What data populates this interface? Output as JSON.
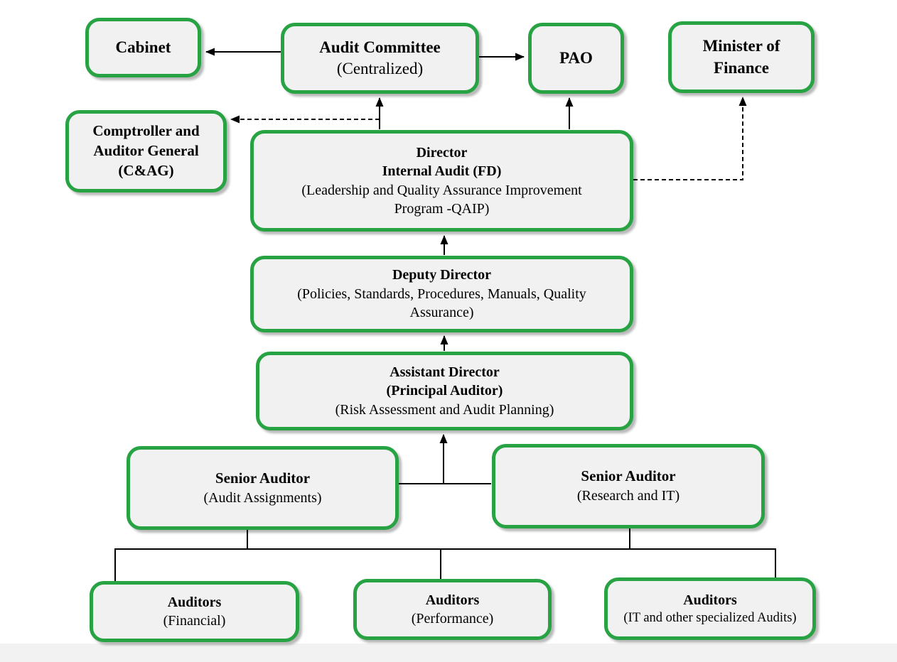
{
  "colors": {
    "border_green": "#27A343",
    "box_fill": "#F1F1F1",
    "line": "#000000"
  },
  "nodes": {
    "cabinet": {
      "lines": [
        "Cabinet"
      ]
    },
    "audit_committee": {
      "lines": [
        "Audit Committee",
        "(Centralized)"
      ]
    },
    "pao": {
      "lines": [
        "PAO"
      ]
    },
    "minister_of_finance": {
      "lines": [
        "Minister of",
        "Finance"
      ]
    },
    "comptroller_auditor_general": {
      "lines": [
        "Comptroller and",
        "Auditor General",
        "(C&AG)"
      ]
    },
    "director_internal_audit": {
      "lines": [
        "Director",
        "Internal Audit (FD)",
        "(Leadership and Quality Assurance Improvement",
        "Program -QAIP)"
      ]
    },
    "deputy_director": {
      "lines": [
        "Deputy Director",
        "(Policies, Standards, Procedures, Manuals, Quality",
        "Assurance)"
      ]
    },
    "assistant_director": {
      "lines": [
        "Assistant Director",
        "(Principal Auditor)",
        "(Risk Assessment and Audit Planning)"
      ]
    },
    "senior_auditor_assignments": {
      "lines": [
        "Senior Auditor",
        "(Audit Assignments)"
      ]
    },
    "senior_auditor_research": {
      "lines": [
        "Senior Auditor",
        "(Research and IT)"
      ]
    },
    "auditors_financial": {
      "lines": [
        "Auditors",
        "(Financial)"
      ]
    },
    "auditors_performance": {
      "lines": [
        "Auditors",
        "(Performance)"
      ]
    },
    "auditors_it": {
      "lines": [
        "Auditors",
        "(IT and other specialized Audits)"
      ]
    }
  }
}
